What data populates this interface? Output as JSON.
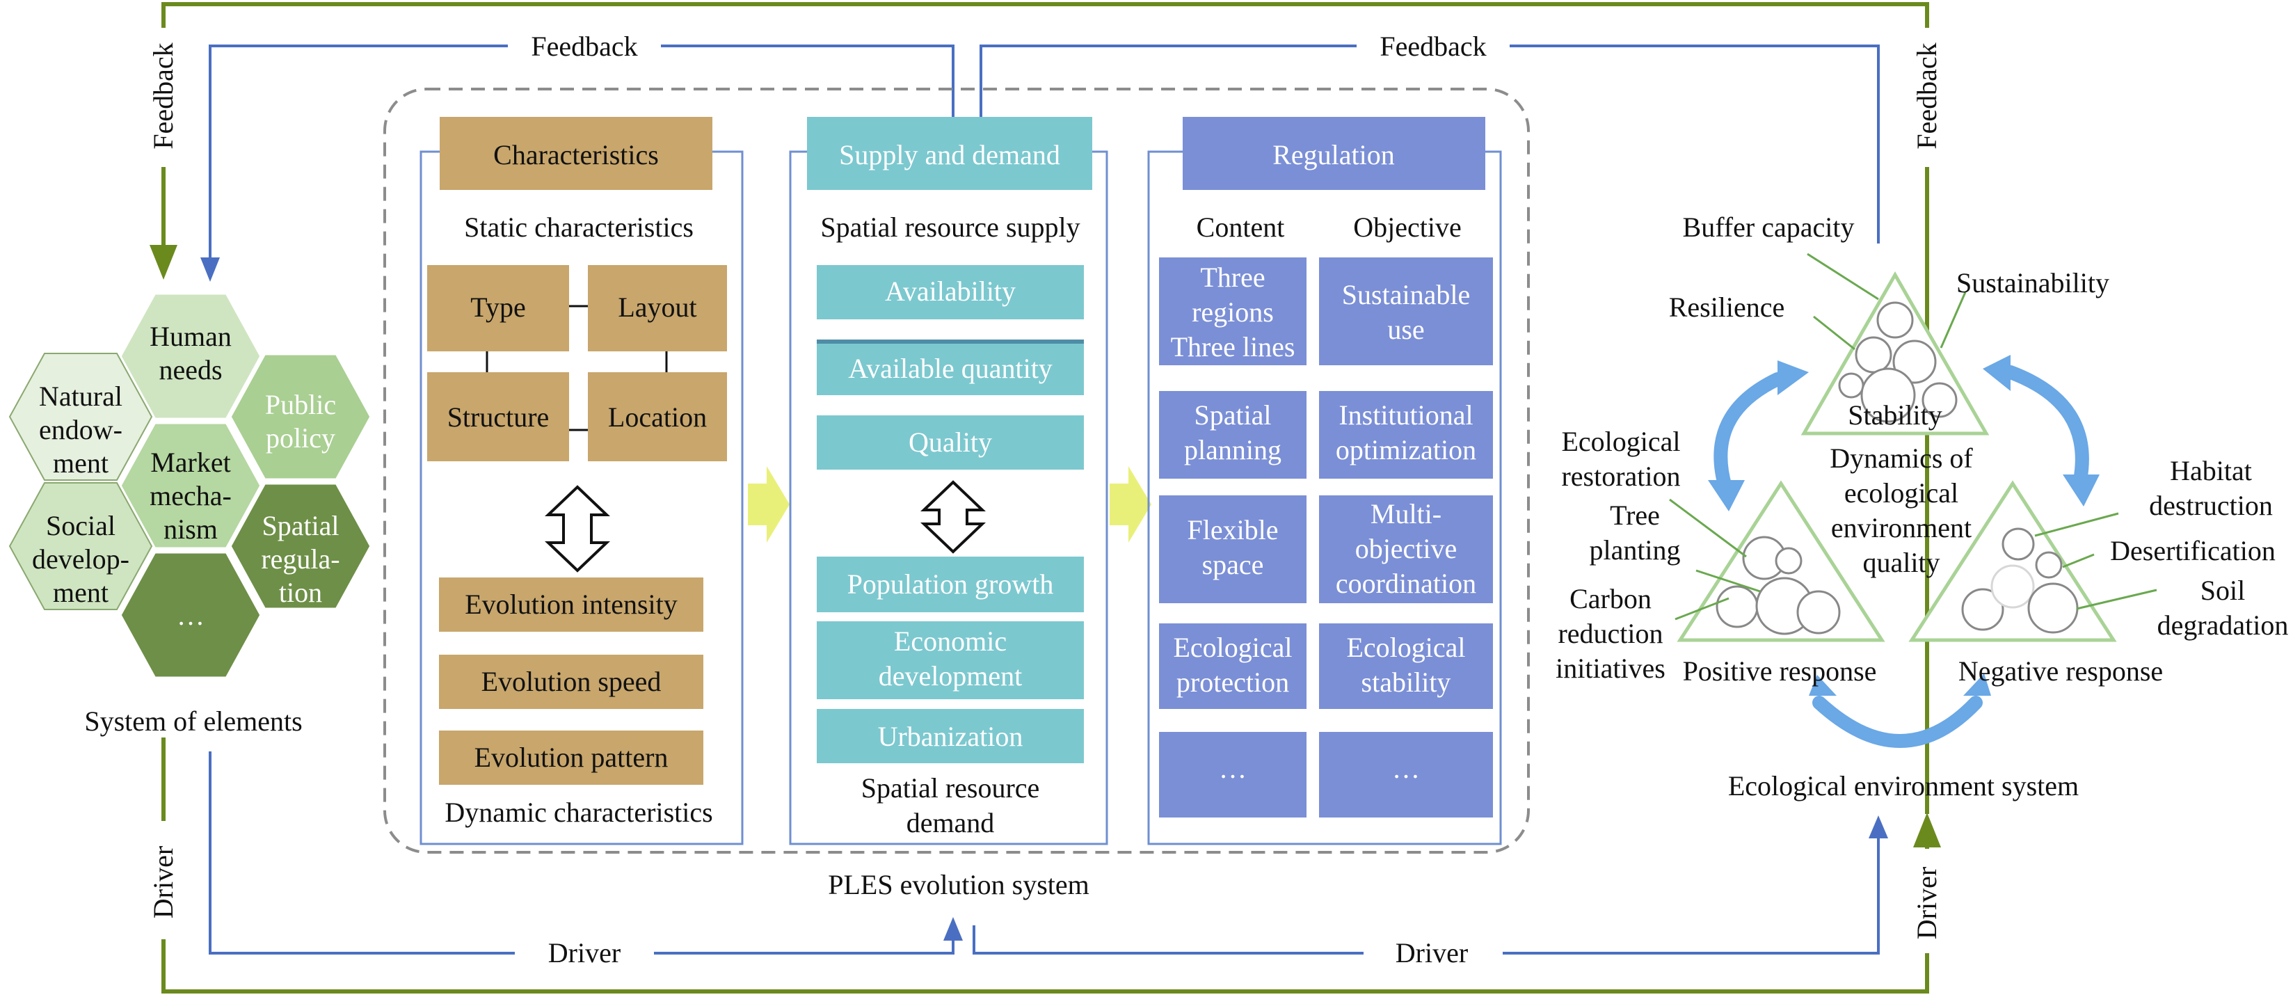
{
  "colors": {
    "olive_line": "#6b8a1e",
    "blue_line": "#4a6fc2",
    "tan": "#c8a66c",
    "teal": "#7cc8cf",
    "periwinkle": "#7b8fd6",
    "hex_light": "#cfe5c1",
    "hex_mid": "#a9cf92",
    "hex_dark": "#6e8f47",
    "triangle": "#a9d396",
    "curved_arrow": "#6aa8e6",
    "yellow_arrow": "#e9f07a",
    "dash_border": "#8c8c8c"
  },
  "flows": {
    "feedback_left": "Feedback",
    "feedback_right": "Feedback",
    "feedback_vertical_left": "Feedback",
    "feedback_vertical_right": "Feedback",
    "driver_left": "Driver",
    "driver_right": "Driver",
    "driver_vertical_left": "Driver",
    "driver_vertical_right": "Driver"
  },
  "elements": {
    "hexes": [
      {
        "line1": "Human",
        "line2": "needs",
        "line3": ""
      },
      {
        "line1": "Natural",
        "line2": "endow-",
        "line3": "ment"
      },
      {
        "line1": "Public",
        "line2": "policy",
        "line3": ""
      },
      {
        "line1": "Market",
        "line2": "mecha-",
        "line3": "nism"
      },
      {
        "line1": "Social",
        "line2": "develop-",
        "line3": "ment"
      },
      {
        "line1": "Spatial",
        "line2": "regula-",
        "line3": "tion"
      },
      {
        "line1": "…",
        "line2": "",
        "line3": ""
      }
    ],
    "caption": "System of elements"
  },
  "ples": {
    "caption": "PLES evolution system",
    "characteristics": {
      "header": "Characteristics",
      "static_title": "Static characteristics",
      "static_items": [
        "Type",
        "Layout",
        "Structure",
        "Location"
      ],
      "dynamic_items": [
        "Evolution intensity",
        "Evolution speed",
        "Evolution pattern"
      ],
      "dynamic_title": "Dynamic characteristics"
    },
    "supply_demand": {
      "header": "Supply and demand",
      "supply_title": "Spatial resource supply",
      "supply_items": [
        "Availability",
        "Available quantity",
        "Quality"
      ],
      "demand_items": [
        {
          "line1": "Population growth",
          "line2": ""
        },
        {
          "line1": "Economic",
          "line2": "development"
        },
        {
          "line1": "Urbanization",
          "line2": ""
        }
      ],
      "demand_title_line1": "Spatial resource",
      "demand_title_line2": "demand"
    },
    "regulation": {
      "header": "Regulation",
      "content_title": "Content",
      "objective_title": "Objective",
      "content_items": [
        {
          "line1": "Three",
          "line2": "regions",
          "line3": "Three lines"
        },
        {
          "line1": "Spatial",
          "line2": "planning",
          "line3": ""
        },
        {
          "line1": "Flexible",
          "line2": "space",
          "line3": ""
        },
        {
          "line1": "Ecological",
          "line2": "protection",
          "line3": ""
        },
        {
          "line1": "…",
          "line2": "",
          "line3": ""
        }
      ],
      "objective_items": [
        {
          "line1": "Sustainable",
          "line2": "use",
          "line3": ""
        },
        {
          "line1": "Institutional",
          "line2": "optimization",
          "line3": ""
        },
        {
          "line1": "Multi-",
          "line2": "objective",
          "line3": "coordination"
        },
        {
          "line1": "Ecological",
          "line2": "stability",
          "line3": ""
        },
        {
          "line1": "…",
          "line2": "",
          "line3": ""
        }
      ]
    }
  },
  "ecology": {
    "stability": {
      "label": "Stability",
      "buffer": "Buffer capacity",
      "resilience": "Resilience",
      "sustainability": "Sustainability"
    },
    "center_line1": "Dynamics of",
    "center_line2": "ecological",
    "center_line3": "environment",
    "center_line4": "quality",
    "positive": {
      "label": "Positive response",
      "restoration_line1": "Ecological",
      "restoration_line2": "restoration",
      "planting_line1": "Tree",
      "planting_line2": "planting",
      "carbon_line1": "Carbon",
      "carbon_line2": "reduction",
      "carbon_line3": "initiatives"
    },
    "negative": {
      "label": "Negative response",
      "habitat_line1": "Habitat",
      "habitat_line2": "destruction",
      "desertification": "Desertification",
      "soil_line1": "Soil",
      "soil_line2": "degradation"
    },
    "caption": "Ecological environment system"
  }
}
